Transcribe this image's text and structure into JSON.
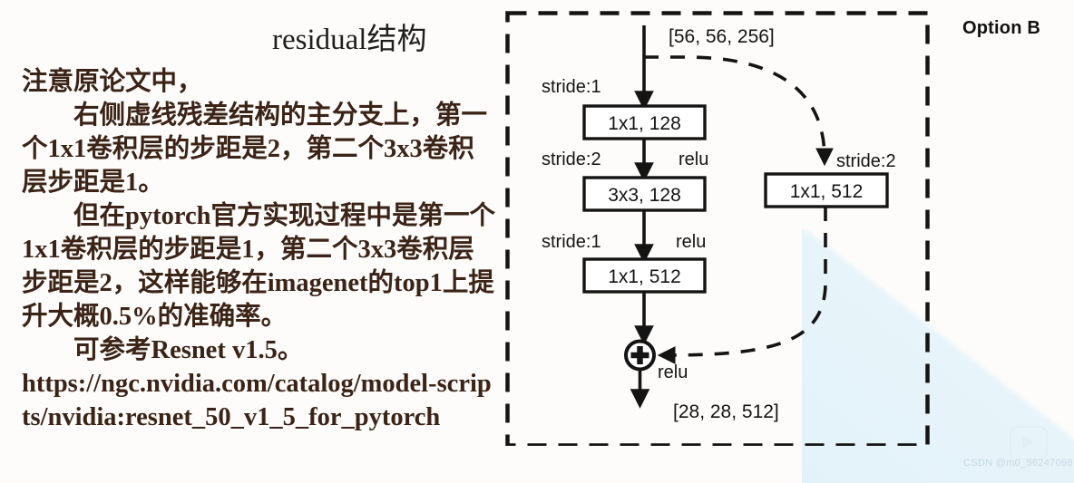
{
  "slide": {
    "title": "residual结构",
    "option_label": "Option B"
  },
  "notes": {
    "line1": "注意原论文中，",
    "line2": "右侧虚线残差结构的主分支上，第一个1x1卷积层的步距是2，第二个3x3卷积层步距是1。",
    "line3": "但在pytorch官方实现过程中是第一个1x1卷积层的步距是1，第二个3x3卷积层步距是2，这样能够在imagenet的top1上提升大概0.5%的准确率。",
    "line4": "可参考Resnet v1.5。",
    "url": "https://ngc.nvidia.com/catalog/model-scripts/nvidia:resnet_50_v1_5_for_pytorch"
  },
  "diagram": {
    "input_shape": "[56, 56, 256]",
    "output_shape": "[28, 28, 512]",
    "main_branch": [
      {
        "stride": "stride:1",
        "box": "1x1, 128",
        "activation": "relu"
      },
      {
        "stride": "stride:2",
        "box": "3x3, 128",
        "activation": "relu"
      },
      {
        "stride": "stride:1",
        "box": "1x1, 512",
        "activation": ""
      }
    ],
    "shortcut_branch": {
      "stride": "stride:2",
      "box": "1x1, 512"
    },
    "add_node": "add-icon",
    "add_activation": "relu"
  },
  "watermark": {
    "text": "CSDN @m0_56247098",
    "logo": "play-badge-icon"
  }
}
